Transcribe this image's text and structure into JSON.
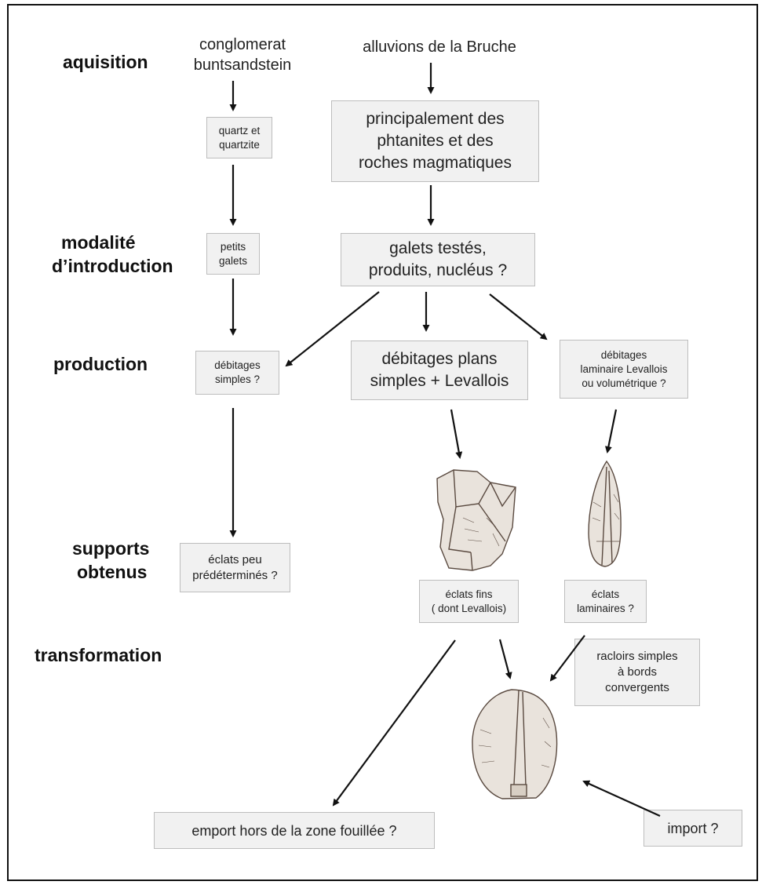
{
  "stages": {
    "acquisition": "aquisition",
    "introduction_line1": "modalité",
    "introduction_line2": "d’introduction",
    "production": "production",
    "supports_line1": "supports",
    "supports_line2": "obtenus",
    "transformation": "transformation"
  },
  "sources": {
    "left_line1": "conglomerat",
    "left_line2": "buntsandstein",
    "right": "alluvions de la Bruche"
  },
  "nodes": {
    "quartz": "quartz et\nquartzite",
    "phtanites": "principalement des\nphtanites et des\nroches magmatiques",
    "petits_galets": "petits\ngalets",
    "galets_testes": "galets testés,\nproduits, nucléus ?",
    "debitages_simples": "débitages\nsimples ?",
    "debitages_plans": "débitages plans\nsimples + Levallois",
    "debitages_laminaire": "débitages\nlaminaire Levallois\nou volumétrique ?",
    "eclats_peu": "éclats peu\nprédéterminés ?",
    "eclats_fins": "éclats fins\n( dont Levallois)",
    "eclats_laminaires": "éclats\nlaminaires ?",
    "racloirs": "racloirs simples\nà bords\nconvergents",
    "emport": "emport hors de la zone fouillée ?",
    "import": "import ?"
  },
  "colors": {
    "box_fill": "#f1f1f1",
    "box_border": "#bdbdbd",
    "arrow": "#111111",
    "artifact_fill": "#e9e3dc",
    "artifact_stroke": "#5a4a40"
  },
  "icons": [
    "flake-artifact-drawing",
    "blade-artifact-drawing",
    "scraper-artifact-drawing"
  ]
}
